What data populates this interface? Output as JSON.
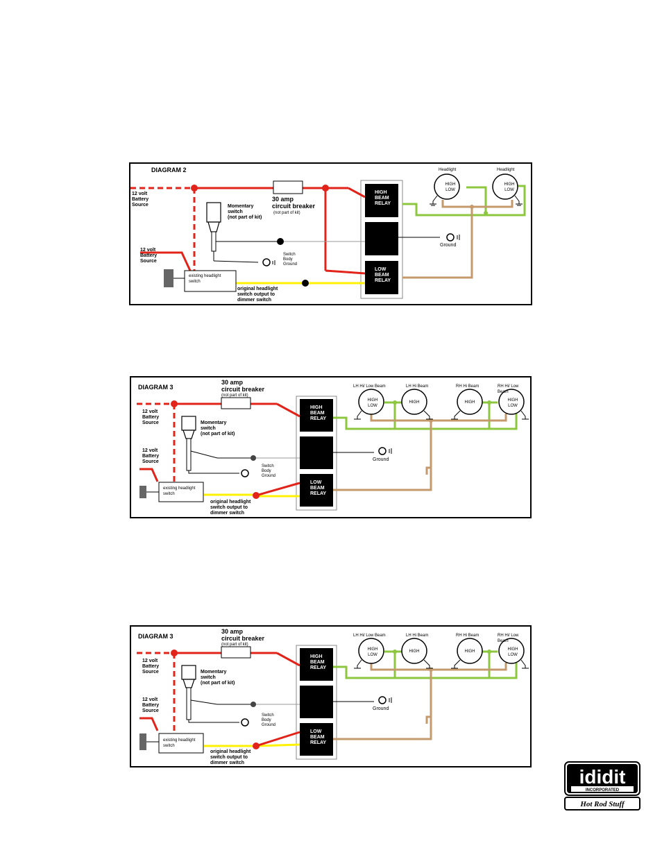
{
  "diagrams": [
    {
      "title": "DIAGRAM 2",
      "breaker": "30 amp\ncircuit breaker",
      "breaker_note": "(not part of kit)",
      "battery_top": "12 volt\nBattery\nSource",
      "battery_bottom": "12 volt\nBattery\nSource",
      "momentary": "Momentary\nswitch\n(not part of kit)",
      "switch_ground": "Switch\nBody\nGround",
      "ground": "Ground",
      "headlight_switch": "existing headlight\nswitch",
      "dimmer_output": "original headlight\nswitch output to\ndimmer switch",
      "relay_high": "HIGH\nBEAM\nRELAY",
      "relay_low": "LOW\nBEAM\nRELAY",
      "lamps": [
        {
          "label": "Headlight",
          "inner": "HIGH\nLOW"
        },
        {
          "label": "Headlight",
          "inner": "HIGH\nLOW"
        }
      ]
    },
    {
      "title": "DIAGRAM 3",
      "breaker": "30 amp\ncircuit breaker",
      "breaker_note": "(not part of kit)",
      "battery_top": "12 volt\nBattery\nSource",
      "battery_bottom": "12 volt\nBattery\nSource",
      "momentary": "Momentary\nswitch\n(not part of kit)",
      "switch_ground": "Switch\nBody\nGround",
      "ground": "Ground",
      "headlight_switch": "existing headlight\nswitch",
      "dimmer_output": "original headlight\nswitch output to\ndimmer switch",
      "relay_high": "HIGH\nBEAM\nRELAY",
      "relay_low": "LOW\nBEAM\nRELAY",
      "lamps": [
        {
          "label": "LH Hi/ Low Beam",
          "inner": "HIGH\nLOW"
        },
        {
          "label": "LH Hi Beam",
          "inner": "HIGH"
        },
        {
          "label": "RH Hi Beam",
          "inner": "HIGH"
        },
        {
          "label": "RH Hi/ Low Beam",
          "inner": "HIGH\nLOW"
        }
      ]
    },
    {
      "title": "DIAGRAM 3",
      "breaker": "30 amp\ncircuit breaker",
      "breaker_note": "(not part of kit)",
      "battery_top": "12 volt\nBattery\nSource",
      "battery_bottom": "12 volt\nBattery\nSource",
      "momentary": "Momentary\nswitch\n(not part of kit)",
      "switch_ground": "Switch\nBody\nGround",
      "ground": "Ground",
      "headlight_switch": "existing headlight\nswitch",
      "dimmer_output": "original headlight\nswitch output to\ndimmer switch",
      "relay_high": "HIGH\nBEAM\nRELAY",
      "relay_low": "LOW\nBEAM\nRELAY",
      "lamps": [
        {
          "label": "LH Hi/ Low Beam",
          "inner": "HIGH\nLOW"
        },
        {
          "label": "LH Hi Beam",
          "inner": "HIGH"
        },
        {
          "label": "RH Hi Beam",
          "inner": "HIGH"
        },
        {
          "label": "RH Hi/ Low Beam",
          "inner": "HIGH\nLOW"
        }
      ]
    }
  ],
  "logo": {
    "brand": "ididit",
    "sub": "INCORPORATED",
    "tagline": "Hot Rod Stuff"
  },
  "colors": {
    "red": "#e2231a",
    "yellow": "#fff200",
    "green": "#8dc63f",
    "tan": "#c49a6c",
    "black": "#000000"
  }
}
